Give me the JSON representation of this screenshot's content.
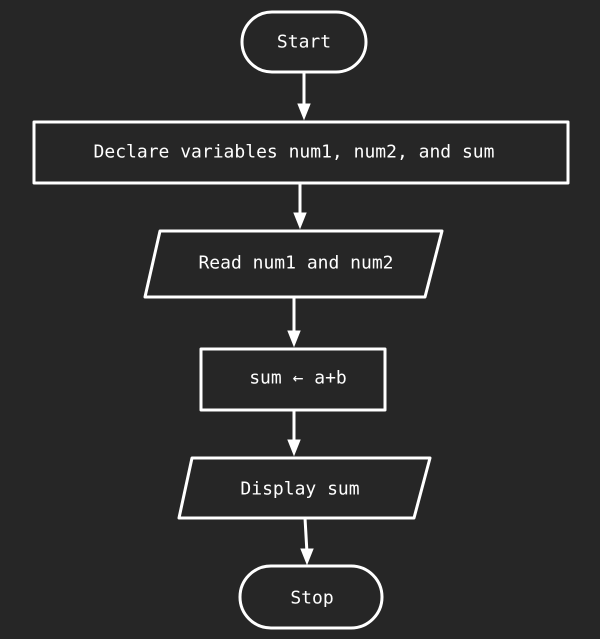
{
  "flowchart": {
    "start": "Start",
    "declare": "Declare variables num1, num2, and sum",
    "read": "Read num1 and num2",
    "compute": "sum ← a+b",
    "display": "Display sum",
    "stop": "Stop"
  }
}
